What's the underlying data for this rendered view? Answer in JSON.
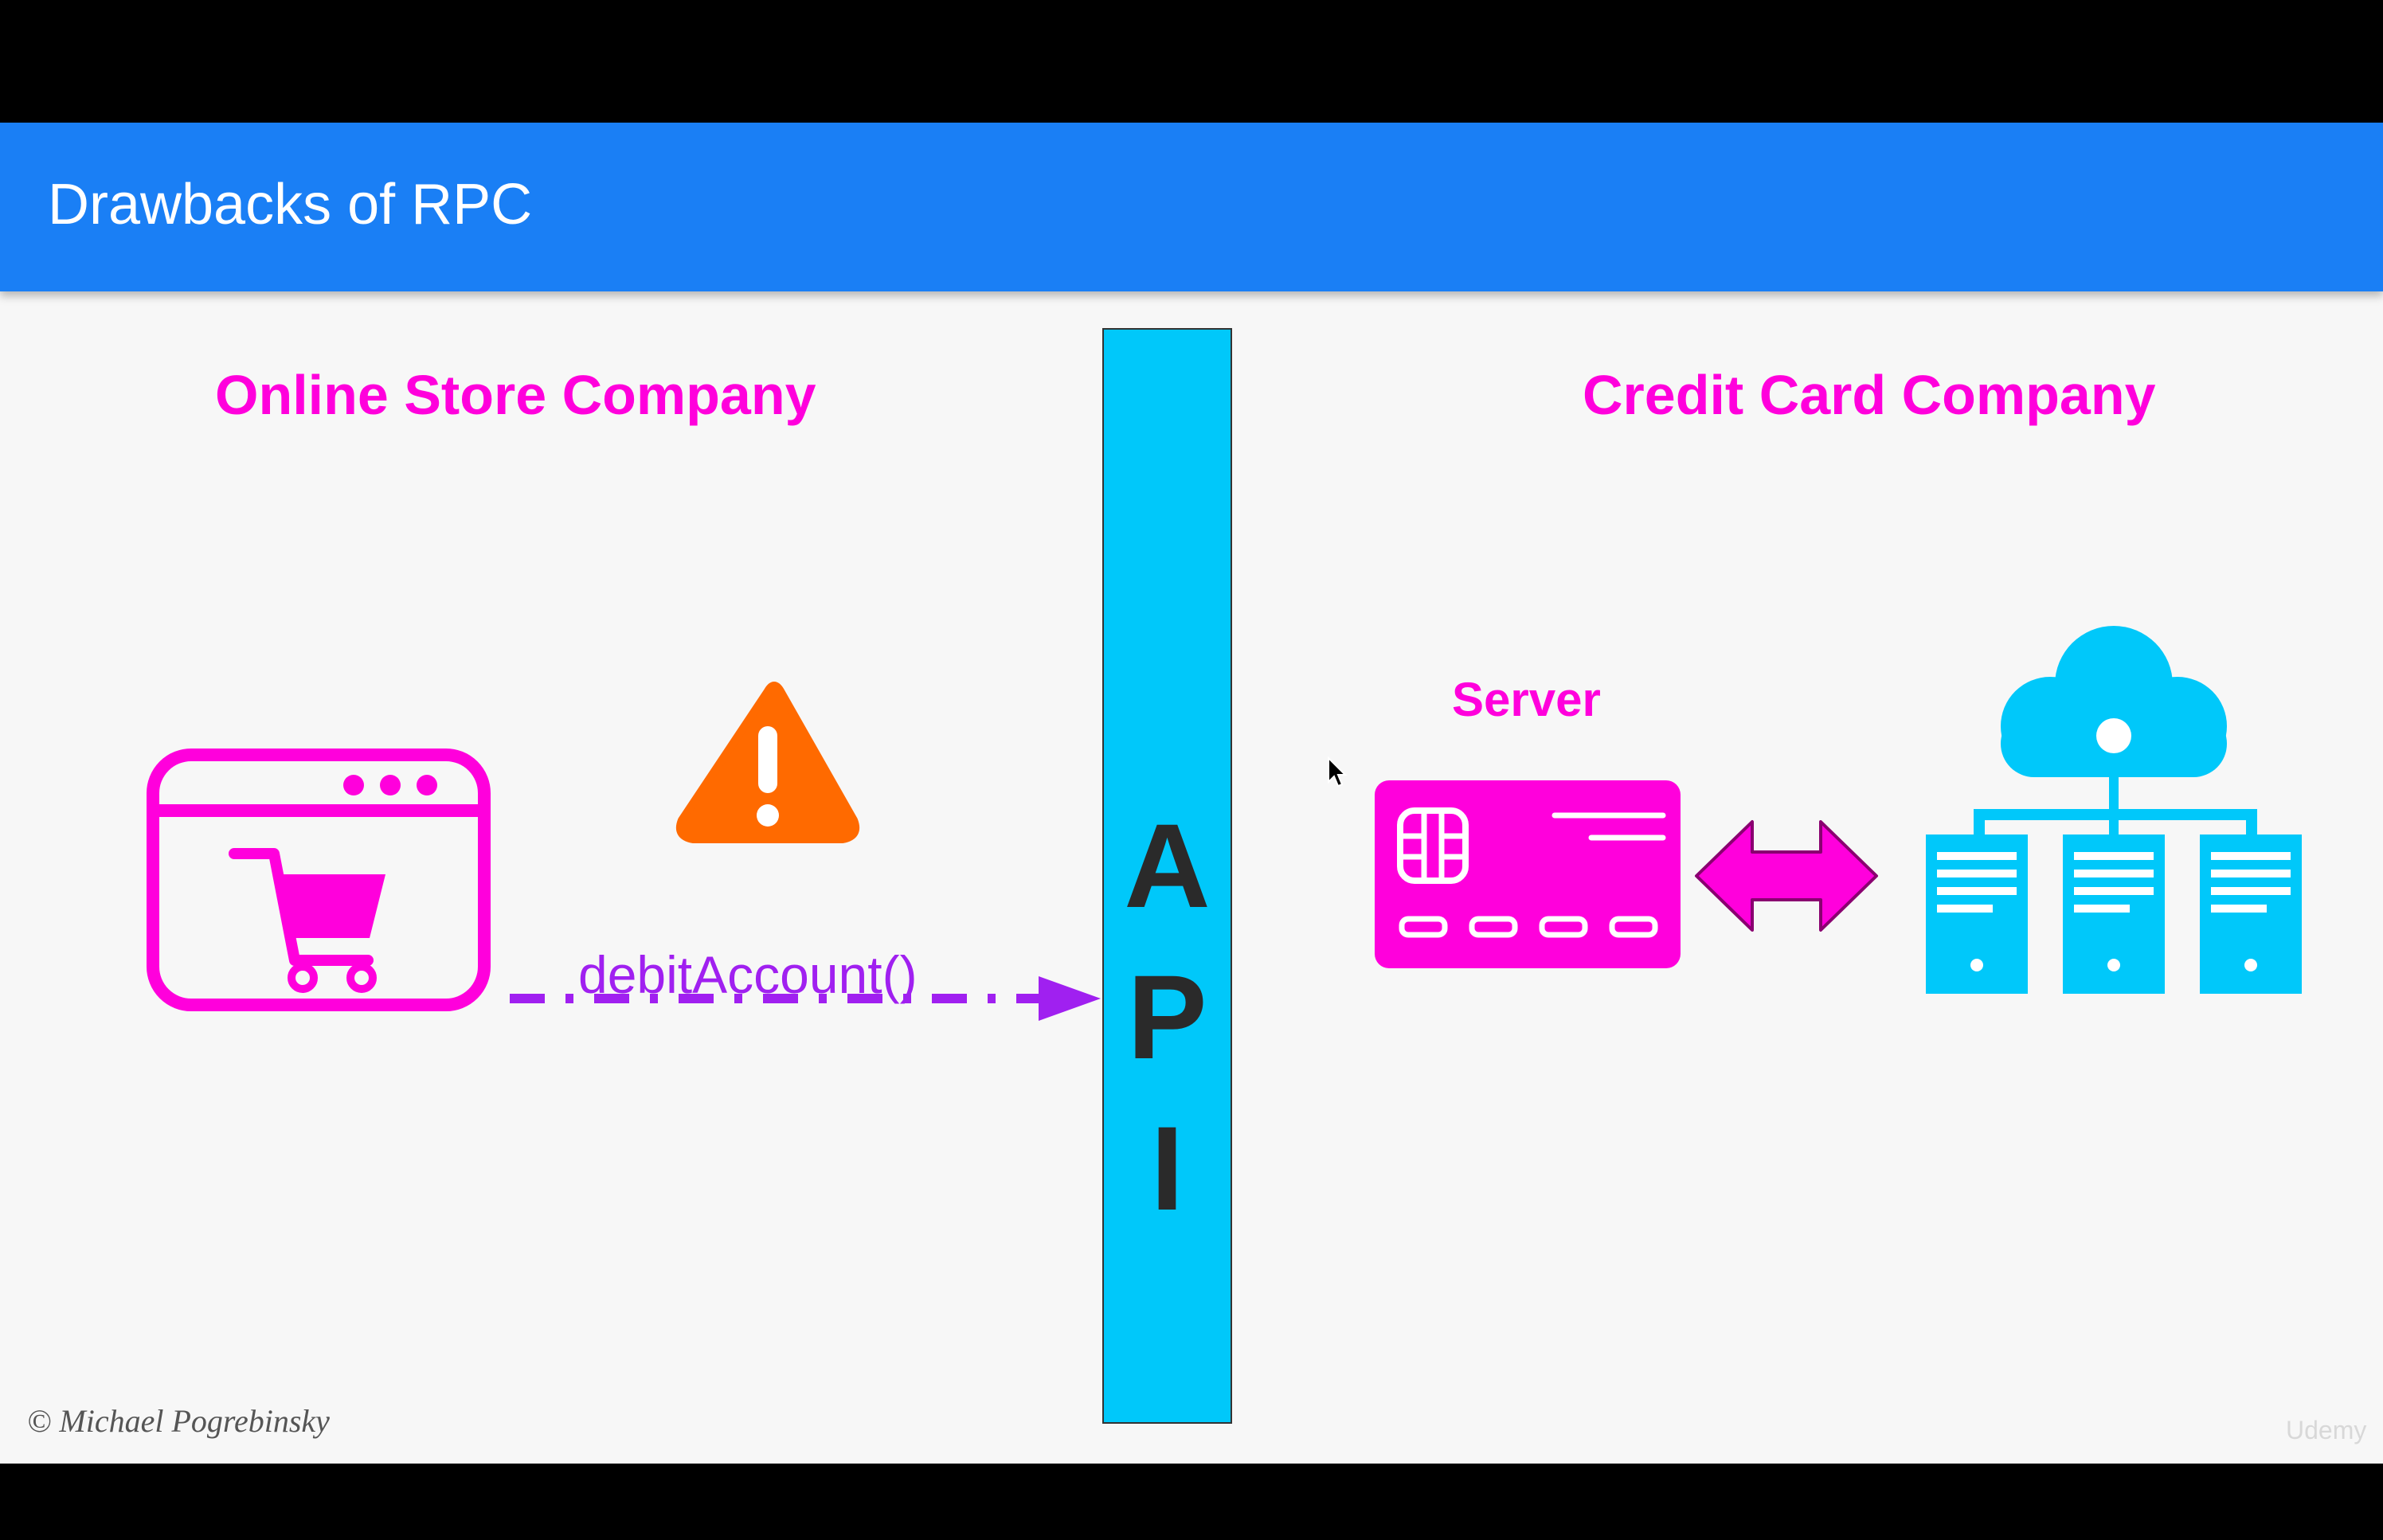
{
  "slide": {
    "title": "Drawbacks of RPC",
    "left_company": "Online Store Company",
    "right_company": "Credit Card Company",
    "api_letters": [
      "A",
      "P",
      "I"
    ],
    "server_label": "Server",
    "call_label": "debitAccount()",
    "credit": "© Michael Pogrebinsky",
    "watermark": "Udemy"
  },
  "colors": {
    "header": "#1a7ff5",
    "magenta": "#ff00dc",
    "cyan": "#00c8fa",
    "purple": "#a020f0",
    "warning": "#ff6a00"
  },
  "icons": {
    "store": "shopping-cart-browser-icon",
    "warning": "warning-triangle-icon",
    "card": "credit-card-icon",
    "exchange": "double-arrow-icon",
    "cloud": "cloud-server-network-icon"
  }
}
